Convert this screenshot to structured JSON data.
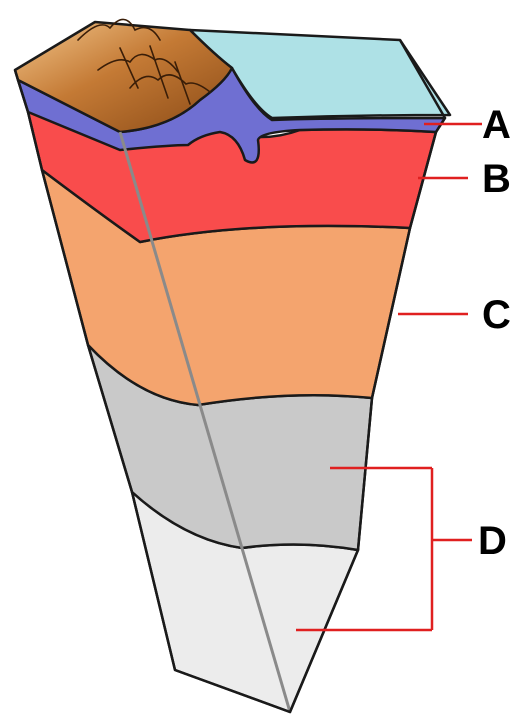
{
  "diagram": {
    "labels": [
      {
        "id": "A",
        "text": "A",
        "color": "#6f6fd2"
      },
      {
        "id": "B",
        "text": "B",
        "color": "#f94c4c"
      },
      {
        "id": "C",
        "text": "C",
        "color": "#f4a46e"
      },
      {
        "id": "D",
        "text": "D",
        "color": "#c9c9c9"
      }
    ],
    "colors": {
      "ocean": "#aee1e6",
      "land": "#b5651d",
      "land_light": "#f0c080",
      "layer_a": "#6f6fd2",
      "layer_b": "#f94c4c",
      "layer_c": "#f4a46e",
      "layer_d_outer": "#c9c9c9",
      "layer_d_inner": "#ececec",
      "leader_line": "#e02020",
      "outline": "#1a1a1a"
    }
  }
}
